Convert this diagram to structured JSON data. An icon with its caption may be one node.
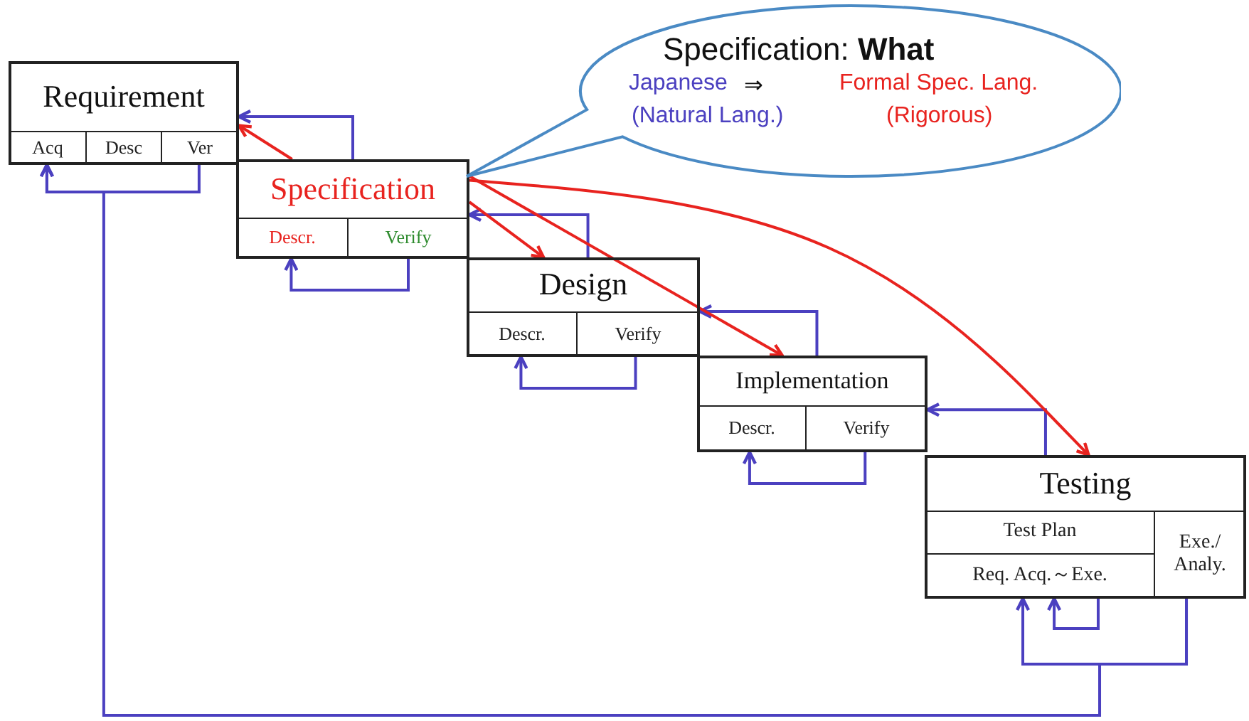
{
  "diagram": {
    "nodes": [
      {
        "text": [
          "Requirement"
        ]
      },
      {
        "text": [
          "Acq"
        ],
        "in": 0
      },
      {
        "text": [
          "Desc"
        ],
        "in": 0
      },
      {
        "text": [
          "Ver"
        ],
        "in": 0
      },
      {
        "text": [
          "Specification"
        ]
      },
      {
        "text": [
          "Descr."
        ],
        "in": 4
      },
      {
        "text": [
          "Verify"
        ],
        "in": 4
      },
      {
        "text": [
          "Design"
        ]
      },
      {
        "text": [
          "Descr."
        ],
        "in": 7
      },
      {
        "text": [
          "Verify"
        ],
        "in": 7
      },
      {
        "text": [
          "Implementation"
        ]
      },
      {
        "text": [
          "Descr."
        ],
        "in": 10
      },
      {
        "text": [
          "Verify"
        ],
        "in": 10
      },
      {
        "text": [
          "Testing"
        ]
      },
      {
        "text": [
          "Test Plan"
        ],
        "in": 13
      },
      {
        "text": [
          "Req. Acq.～Exe."
        ],
        "in": 13
      },
      {
        "text": [
          "Exe./ Analy."
        ],
        "in": 13
      },
      {
        "text": [
          "Specification: **What**",
          "Japanese",
          "⇒",
          "Formal Spec. Lang.",
          "(Natural Lang.)",
          "(Rigorous)"
        ]
      }
    ],
    "edges": [
      {
        "from": 3,
        "to": 1,
        "arrow": "to"
      },
      {
        "from": 4,
        "to": 0,
        "arrow": "to"
      },
      {
        "from": 6,
        "to": 5,
        "arrow": "to"
      },
      {
        "from": 7,
        "to": 4,
        "arrow": "to"
      },
      {
        "from": 9,
        "to": 8,
        "arrow": "to"
      },
      {
        "from": 10,
        "to": 7,
        "arrow": "to"
      },
      {
        "from": 12,
        "to": 11,
        "arrow": "to"
      },
      {
        "from": 13,
        "to": 10,
        "arrow": "to"
      },
      {
        "from": 15,
        "to": 15,
        "arrow": "to"
      },
      {
        "from": 16,
        "to": 15,
        "arrow": "to"
      },
      {
        "from": 16,
        "to": 1,
        "arrow": "to"
      },
      {
        "from": 4,
        "to": 0,
        "arrow": "to",
        "color": "#e8231f"
      },
      {
        "from": 4,
        "to": 7,
        "arrow": "to",
        "color": "#e8231f"
      },
      {
        "from": 4,
        "to": 10,
        "arrow": "to",
        "color": "#e8231f"
      },
      {
        "from": 4,
        "to": 13,
        "arrow": "to",
        "color": "#e8231f"
      }
    ]
  }
}
